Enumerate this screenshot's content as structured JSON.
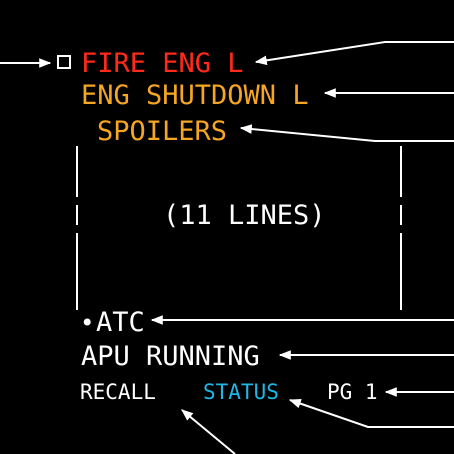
{
  "colors": {
    "background": "#000000",
    "warning": "#ff2a1a",
    "caution": "#f5a623",
    "advisory": "#ffffff",
    "status": "#1eb7e6",
    "line": "#ffffff"
  },
  "messages": {
    "warning": "FIRE ENG L",
    "caution": "ENG SHUTDOWN L",
    "indented_caution": "SPOILERS",
    "line_count": "(11 LINES)",
    "communication_marker": "•",
    "communication": "ATC",
    "memo": "APU RUNNING"
  },
  "footer": {
    "recall": "RECALL",
    "status": "STATUS",
    "page": "PG 1"
  },
  "icons": {
    "checklist": "checkbox-icon",
    "callout": "arrow-icon"
  }
}
